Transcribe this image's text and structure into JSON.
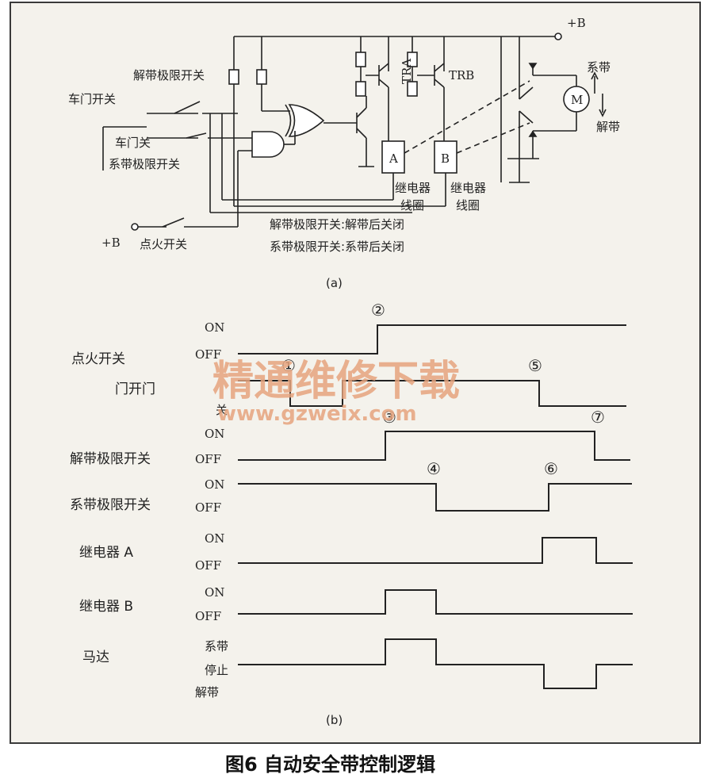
{
  "circuit": {
    "label_b_plus_top": "+B",
    "label_release_limit_switch": "解带极限开关",
    "label_door_switch": "车门开关",
    "label_door_closed": "车门关",
    "label_fasten_limit_switch": "系带极限开关",
    "label_b_plus_left": "+B",
    "label_ignition_switch": "点火开关",
    "label_tra": "TRA",
    "label_trb": "TRB",
    "label_relay_a_box": "A",
    "label_relay_b_box": "B",
    "label_relay_coil_1a": "继电器",
    "label_relay_coil_1b": "线圈",
    "label_relay_coil_2a": "继电器",
    "label_relay_coil_2b": "线圈",
    "label_motor": "M",
    "label_fasten": "系带",
    "label_release": "解带",
    "note_release": "解带极限开关:解带后关闭",
    "note_fasten": "系带极限开关:系带后关闭",
    "panel_label": "(a)"
  },
  "timing": {
    "rows": [
      {
        "name": "点火开关",
        "top_state": "ON",
        "bottom_state": "OFF"
      },
      {
        "name": "门开门",
        "top_state": "",
        "bottom_state": "关"
      },
      {
        "name": "解带极限开关",
        "top_state": "ON",
        "bottom_state": "OFF"
      },
      {
        "name": "系带极限开关",
        "top_state": "ON",
        "bottom_state": "OFF"
      },
      {
        "name": "继电器 A",
        "top_state": "ON",
        "bottom_state": "OFF"
      },
      {
        "name": "继电器 B",
        "top_state": "ON",
        "bottom_state": "OFF"
      },
      {
        "name": "马达",
        "top_state": "系带",
        "mid_state": "停止",
        "bottom_state": "解带"
      }
    ],
    "markers": [
      "①",
      "②",
      "③",
      "④",
      "⑤",
      "⑥",
      "⑦"
    ],
    "panel_label": "(b)"
  },
  "watermark": {
    "line1": "精通维修下载",
    "line2": "www.gzweix.com"
  },
  "caption": "图6 自动安全带控制逻辑",
  "colors": {
    "ink": "#222222",
    "paper": "#f4f2ec",
    "watermark": "#e6a47e"
  }
}
